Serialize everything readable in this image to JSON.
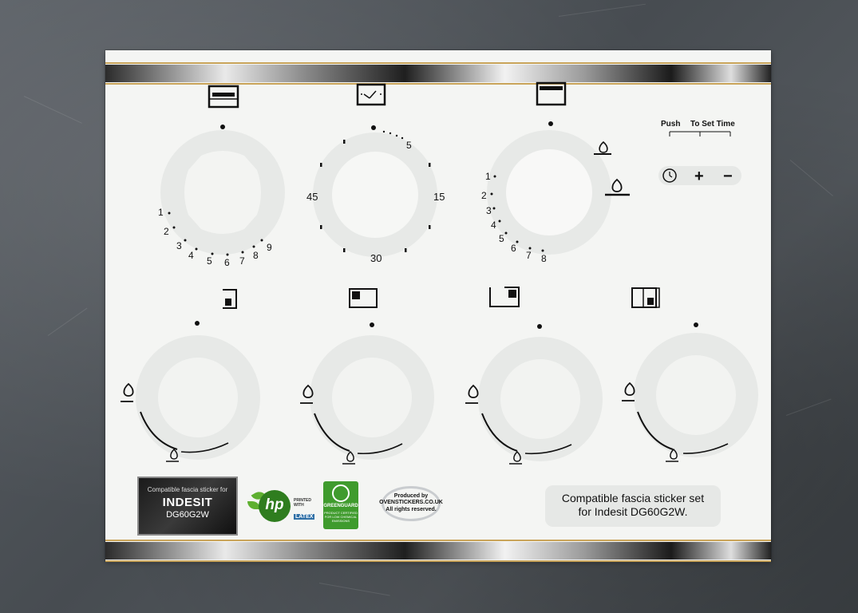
{
  "photo": {
    "subject": "oven fascia sticker sheet",
    "sheet_color": "#f4f5f3",
    "background_color": "#4d5257",
    "accent_gold": "#c9a45a"
  },
  "timer_dial": {
    "marks": [
      "5",
      "15",
      "30",
      "45"
    ]
  },
  "left_oven_dial": {
    "marks": [
      "1",
      "2",
      "3",
      "4",
      "5",
      "6",
      "7",
      "8",
      "9"
    ]
  },
  "right_oven_dial": {
    "marks": [
      "1",
      "2",
      "3",
      "4",
      "5",
      "6",
      "7",
      "8"
    ]
  },
  "clock_controls": {
    "push": "Push",
    "to_set_time": "To Set Time",
    "plus": "+",
    "minus": "−",
    "clock_icon": "clock-icon"
  },
  "indesit_badge": {
    "compatible": "Compatible fascia sticker for",
    "brand": "INDESIT",
    "model": "DG60G2W"
  },
  "hp_badge": {
    "logo": "hp",
    "printed": "PRINTED",
    "with": "WITH",
    "latex": "LATEX"
  },
  "greenguard_badge": {
    "title": "GREENGUARD",
    "lines": "PRODUCT CERTIFIED FOR LOW CHEMICAL EMISSIONS"
  },
  "ovenstickers_badge": {
    "produced_by": "Produced by",
    "site": "OVENSTICKERS.CO.UK",
    "rights": "All rights reserved."
  },
  "caption": {
    "line1": "Compatible fascia sticker set",
    "line2": "for Indesit DG60G2W."
  },
  "icons": [
    "oven-grill-icon",
    "timer-icon",
    "top-grill-icon",
    "flame-icon",
    "hob-burner-icon"
  ]
}
